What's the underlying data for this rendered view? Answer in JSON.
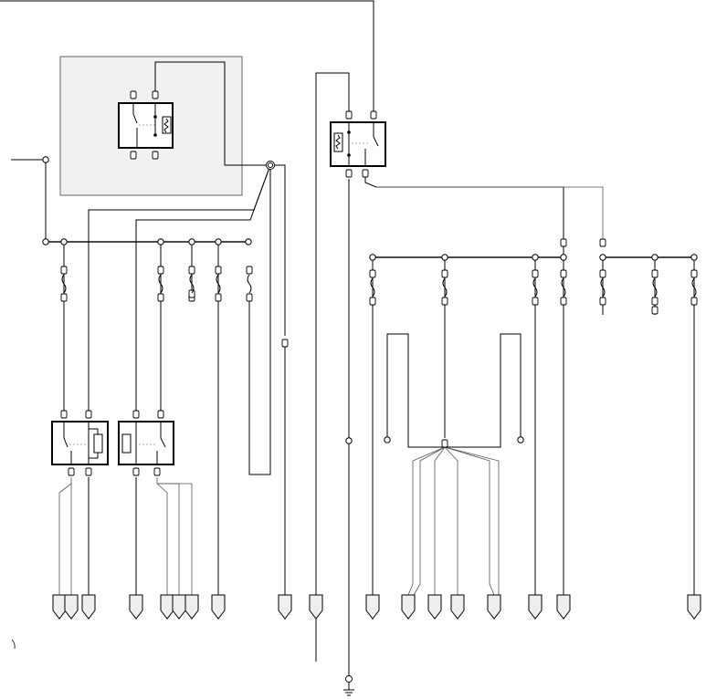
{
  "diagram": {
    "kind": "wiring-schematic",
    "colors": {
      "wire": "#000000",
      "thin_wire": "#555555",
      "module_fill": "#f1f1f1",
      "connector_fill": "#eeeeee",
      "relay_border": "#000000"
    },
    "relays": [
      {
        "id": "relay-module",
        "icons": [
          "switch-icon",
          "coil-icon"
        ]
      },
      {
        "id": "relay-right",
        "icons": [
          "coil-icon",
          "switch-icon"
        ]
      },
      {
        "id": "relay-lower-1",
        "icons": [
          "switch-icon",
          "coil-icon"
        ]
      },
      {
        "id": "relay-lower-2",
        "icons": [
          "coil-icon",
          "switch-icon"
        ]
      }
    ],
    "fuse_count": 12,
    "connector_count": 18,
    "ground_symbols": 1
  }
}
